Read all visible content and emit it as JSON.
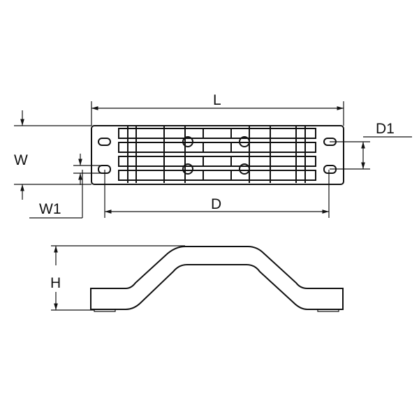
{
  "labels": {
    "L": "L",
    "W": "W",
    "W1": "W1",
    "D": "D",
    "D1": "D1",
    "H": "H"
  },
  "colors": {
    "line": "#111111",
    "background": "#ffffff"
  }
}
